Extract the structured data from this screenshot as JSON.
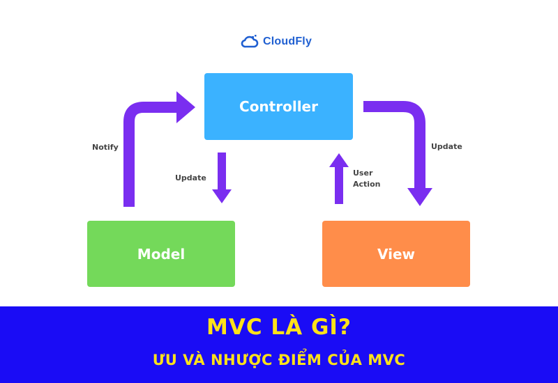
{
  "logo": {
    "text": "CloudFly",
    "icon": "cloud-icon"
  },
  "nodes": {
    "controller": "Controller",
    "model": "Model",
    "view": "View"
  },
  "edges": {
    "notify": "Notify",
    "update_left": "Update",
    "user_action_line1": "User",
    "user_action_line2": "Action",
    "update_right": "Update"
  },
  "banner": {
    "title": "MVC LÀ GÌ?",
    "subtitle": "ƯU VÀ NHƯỢC ĐIỂM CỦA MVC"
  },
  "colors": {
    "controller": "#3bb2ff",
    "model": "#74d95a",
    "view": "#ff8d4a",
    "arrow": "#7a2ef0",
    "banner_bg": "#1a0cf5",
    "banner_text": "#ffe21a",
    "logo": "#1f5fd1"
  }
}
